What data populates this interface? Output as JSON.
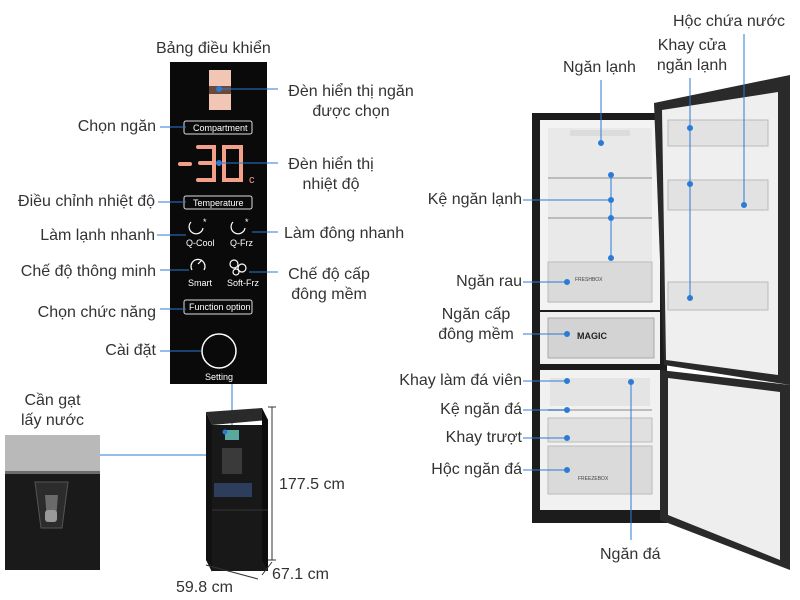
{
  "panel": {
    "title": "Bảng điều khiển",
    "compartment_btn": "Compartment",
    "temperature_btn": "Temperature",
    "display_temp": "-30",
    "display_unit": "c",
    "qcool": "Q-Cool",
    "qfrz": "Q-Frz",
    "smart": "Smart",
    "softfrz": "Soft-Frz",
    "function_btn": "Function option",
    "setting": "Setting"
  },
  "labels": {
    "zone_light": [
      "Đèn hiển thị ngăn",
      "được chọn"
    ],
    "select_zone": "Chọn ngăn",
    "temp_light": [
      "Đèn hiển thị",
      "nhiệt độ"
    ],
    "adjust_temp": "Điều chỉnh nhiệt độ",
    "quick_cool": "Làm lạnh nhanh",
    "quick_freeze": "Làm đông nhanh",
    "smart_mode": "Chế độ thông minh",
    "soft_freeze": [
      "Chế độ cấp",
      "đông mềm"
    ],
    "select_function": "Chọn chức năng",
    "settings": "Cài đặt",
    "lever": [
      "Cần gạt",
      "lấy nước"
    ],
    "height": "177.5 cm",
    "width": "59.8 cm",
    "depth": "67.1 cm",
    "fridge_compartment": "Ngăn lạnh",
    "water_box": "Hộc chứa nước",
    "door_tray": [
      "Khay cửa",
      "ngăn lạnh"
    ],
    "fridge_shelf": "Kệ ngăn lạnh",
    "veg_drawer": "Ngăn rau",
    "soft_freeze_drawer": [
      "Ngăn cấp",
      "đông mềm"
    ],
    "ice_tray": "Khay làm đá viên",
    "freezer_shelf": "Kệ ngăn đá",
    "sliding_tray": "Khay trượt",
    "freezer_drawer": "Hộc ngăn đá",
    "freezer_compartment": "Ngăn đá"
  },
  "fridge_text": {
    "freshbox": "FRESHBOX",
    "magic": "MAGIC",
    "freezebox": "FREEZEBOX"
  },
  "colors": {
    "accent_dot": "#2b7bd6",
    "panel_bg": "#0a0a0a",
    "display_red": "#f2a08a",
    "fridge_body": "#1c1c1c"
  }
}
